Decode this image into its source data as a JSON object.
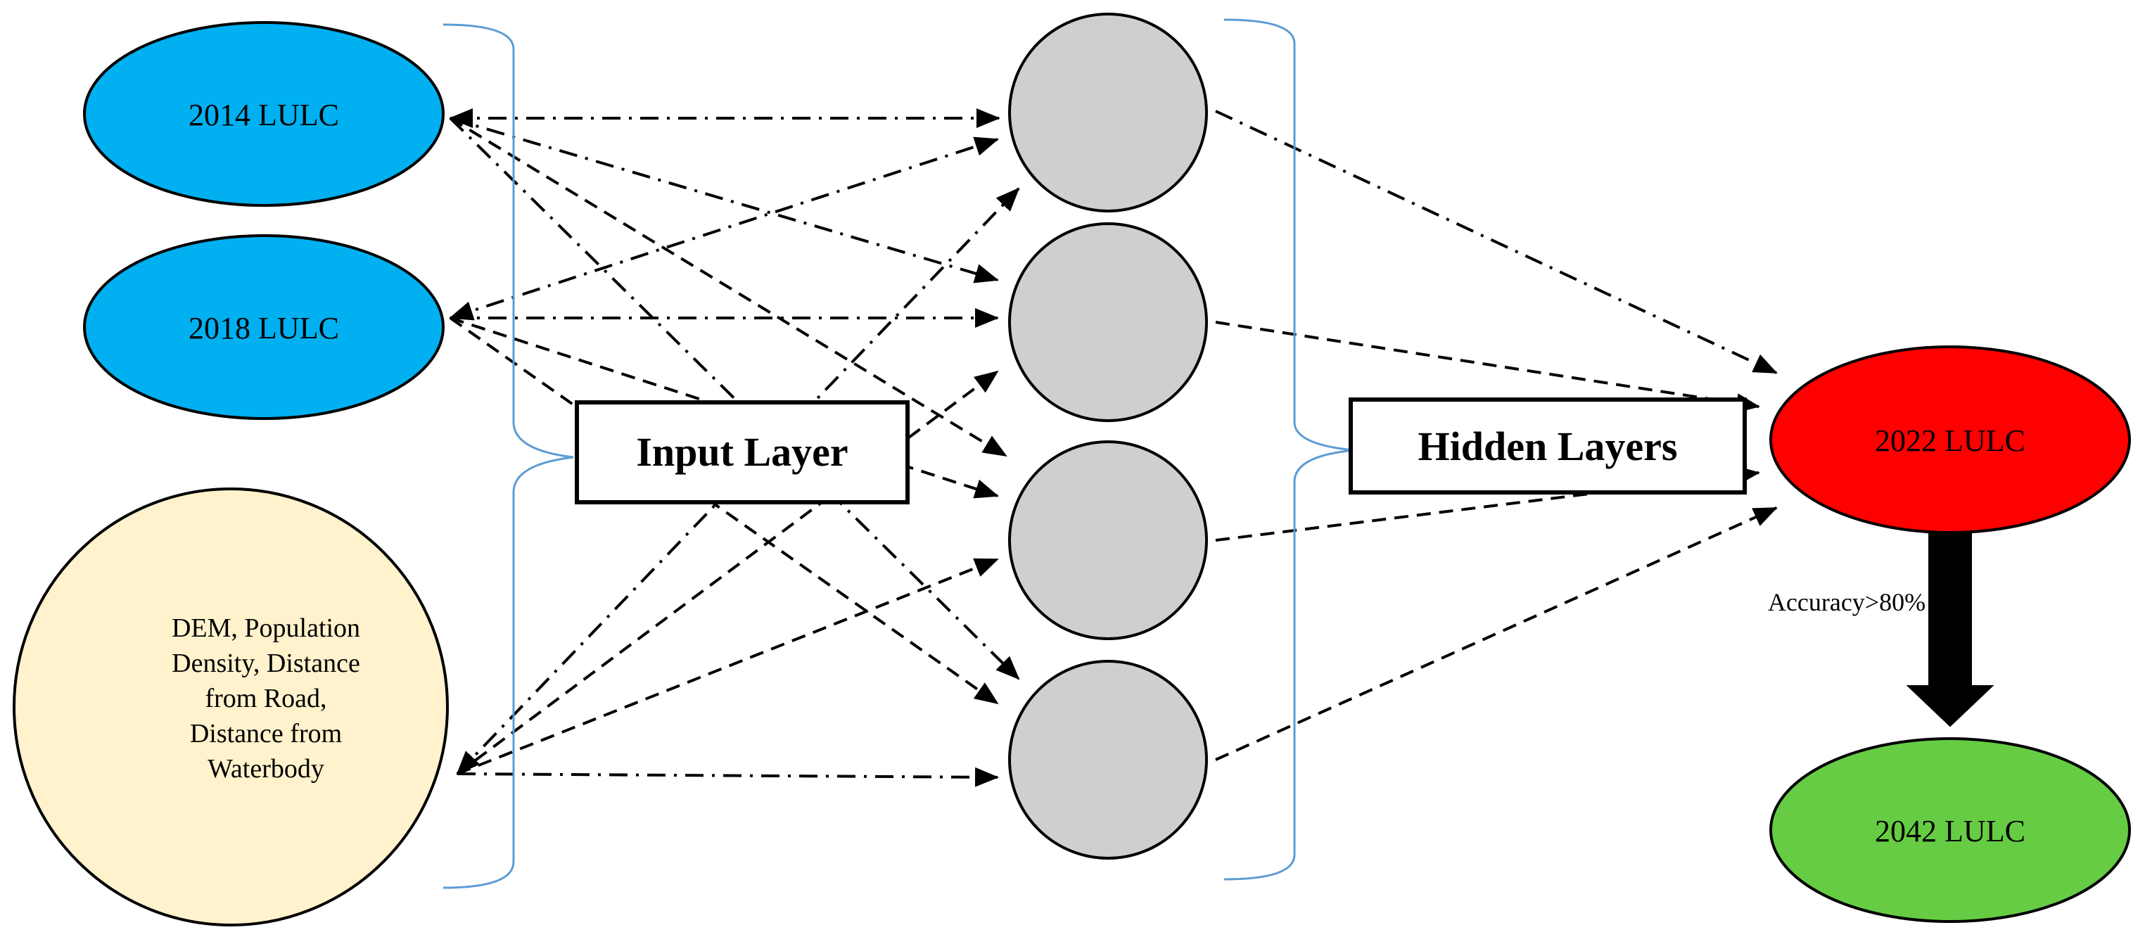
{
  "colors": {
    "input_node": "#00b0f0",
    "factor_node": "#fff2cc",
    "hidden_node": "#d0cece",
    "output_node": "#ff0000",
    "future_node": "#66cc44",
    "brace": "#5b9bd5",
    "line": "#000000"
  },
  "nodes": {
    "lulc_2014": "2014 LULC",
    "lulc_2018": "2018 LULC",
    "factors": {
      "line1": "DEM, Population",
      "line2": "Density, Distance",
      "line3": "from Road,",
      "line4": "Distance from",
      "line5": "Waterbody"
    },
    "lulc_2022": "2022 LULC",
    "lulc_2042": "2042 LULC"
  },
  "labels": {
    "input_layer": "Input Layer",
    "hidden_layers": "Hidden Layers",
    "accuracy": "Accuracy>80%"
  },
  "edges": {
    "input_to_hidden": [
      {
        "from": "lulc_2014",
        "to": "hidden_1",
        "style": "dash-dot"
      },
      {
        "from": "lulc_2014",
        "to": "hidden_2",
        "style": "dash-dot"
      },
      {
        "from": "lulc_2014",
        "to": "hidden_3",
        "style": "dashed"
      },
      {
        "from": "lulc_2014",
        "to": "hidden_4",
        "style": "dash-dot"
      },
      {
        "from": "lulc_2018",
        "to": "hidden_1",
        "style": "dash-dot"
      },
      {
        "from": "lulc_2018",
        "to": "hidden_2",
        "style": "dash-dot"
      },
      {
        "from": "lulc_2018",
        "to": "hidden_3",
        "style": "dashed"
      },
      {
        "from": "lulc_2018",
        "to": "hidden_4",
        "style": "dashed"
      },
      {
        "from": "factors",
        "to": "hidden_1",
        "style": "dash-dot"
      },
      {
        "from": "factors",
        "to": "hidden_2",
        "style": "dashed"
      },
      {
        "from": "factors",
        "to": "hidden_3",
        "style": "dashed"
      },
      {
        "from": "factors",
        "to": "hidden_4",
        "style": "dash-dot"
      }
    ],
    "hidden_to_output": [
      {
        "from": "hidden_1",
        "to": "lulc_2022",
        "style": "dash-dot"
      },
      {
        "from": "hidden_2",
        "to": "lulc_2022",
        "style": "dashed"
      },
      {
        "from": "hidden_3",
        "to": "lulc_2022",
        "style": "dashed"
      },
      {
        "from": "hidden_4",
        "to": "lulc_2022",
        "style": "dashed"
      }
    ],
    "output_to_future": [
      {
        "from": "lulc_2022",
        "to": "lulc_2042",
        "style": "thick-arrow"
      }
    ]
  }
}
